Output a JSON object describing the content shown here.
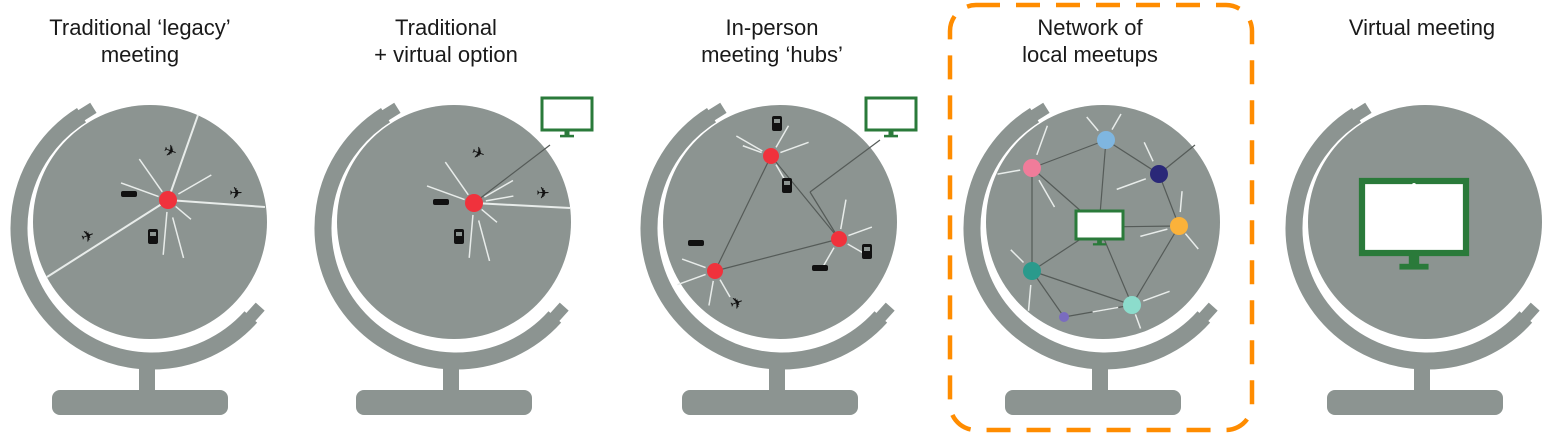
{
  "panels": [
    {
      "title_line1": "Traditional ‘legacy’",
      "title_line2": "meeting"
    },
    {
      "title_line1": "Traditional",
      "title_line2": "+ virtual option"
    },
    {
      "title_line1": "In-person",
      "title_line2": "meeting ‘hubs’"
    },
    {
      "title_line1": "Network of",
      "title_line2": "local meetups"
    },
    {
      "title_line1": "Virtual meeting",
      "title_line2": ""
    }
  ],
  "highlighted_panel": "Network of local meetups",
  "colors": {
    "globe": "#8c9491",
    "hub": "#f0323c",
    "monitor": "#2a7a3a",
    "highlight": "#ff8c00",
    "line_light": "#e8ecea",
    "line_dark": "#555b58",
    "nodes": [
      "#f07c9a",
      "#7fb6e0",
      "#2a2878",
      "#fbb23a",
      "#2a9a8c",
      "#8cdccc",
      "#7a6cc0"
    ]
  },
  "icons": [
    "globe-icon",
    "airplane-icon",
    "car-icon",
    "train-icon",
    "monitor-icon",
    "hub-dot"
  ]
}
